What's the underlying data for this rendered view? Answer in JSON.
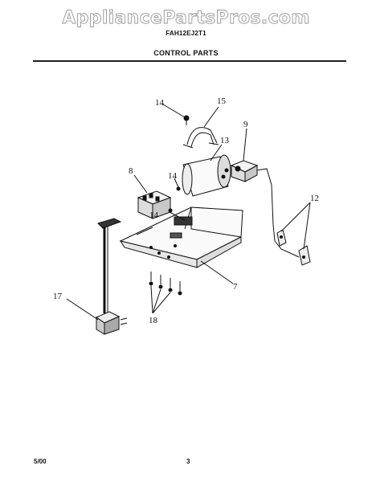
{
  "watermark": "AppliancePartsPros.com",
  "model": "FAH12EJ2T1",
  "section_title": "CONTROL PARTS",
  "callouts": {
    "c7": "7",
    "c8": "8",
    "c9": "9",
    "c12": "12",
    "c13": "13",
    "c14a": "14",
    "c14b": "14",
    "c14c": "14",
    "c15": "15",
    "c17": "17",
    "c18": "18"
  },
  "footer": {
    "date": "5/00",
    "page": "3"
  }
}
